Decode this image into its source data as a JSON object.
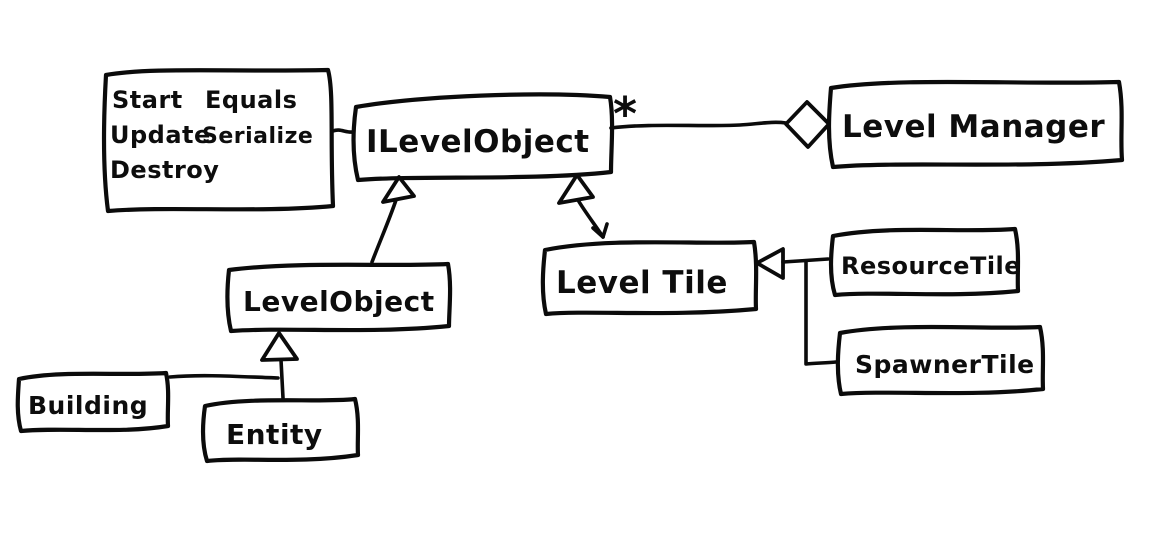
{
  "diagram": {
    "kind": "hand-drawn UML class diagram",
    "background_color": "#ffffff",
    "ink_color": "#0b0b0b",
    "note_box": {
      "methods_col1": [
        "Start",
        "Update",
        "Destroy"
      ],
      "methods_col2": [
        "Equals",
        "Serialize"
      ]
    },
    "interface_box": {
      "name": "ILevelObject",
      "multiplicity": "*"
    },
    "classes": {
      "level_manager": {
        "label": "Level Manager"
      },
      "level_object": {
        "label": "LevelObject"
      },
      "level_tile": {
        "label": "Level Tile"
      },
      "resource_tile": {
        "label": "ResourceTile"
      },
      "spawner_tile": {
        "label": "SpawnerTile"
      },
      "building": {
        "label": "Building"
      },
      "entity": {
        "label": "Entity"
      }
    },
    "relationships": [
      {
        "type": "aggregation",
        "owner": "Level Manager",
        "part": "ILevelObject",
        "multiplicity": "*"
      },
      {
        "type": "inheritance",
        "child": "LevelObject",
        "parent": "ILevelObject"
      },
      {
        "type": "inheritance",
        "child": "Level Tile",
        "parent": "ILevelObject"
      },
      {
        "type": "inheritance",
        "child": "ResourceTile",
        "parent": "Level Tile"
      },
      {
        "type": "inheritance",
        "child": "SpawnerTile",
        "parent": "Level Tile"
      },
      {
        "type": "inheritance",
        "child": "Building",
        "parent": "LevelObject"
      },
      {
        "type": "inheritance",
        "child": "Entity",
        "parent": "LevelObject"
      },
      {
        "type": "note-attachment",
        "note": "Start Update Destroy Equals Serialize",
        "target": "ILevelObject"
      }
    ]
  }
}
